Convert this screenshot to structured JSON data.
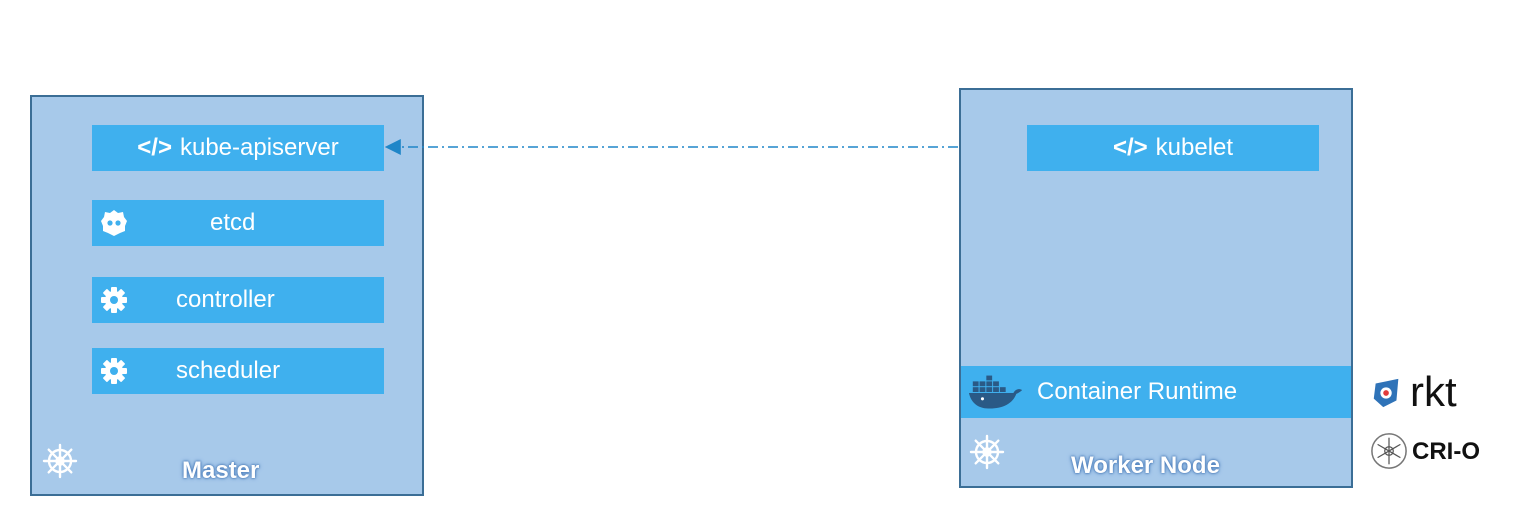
{
  "master": {
    "title": "Master",
    "components": {
      "apiserver": "kube-apiserver",
      "etcd": "etcd",
      "controller": "controller",
      "scheduler": "scheduler"
    }
  },
  "worker": {
    "title": "Worker Node",
    "components": {
      "kubelet": "kubelet",
      "runtime": "Container Runtime"
    }
  },
  "alternative_runtimes": {
    "rkt": "rkt",
    "crio": "CRI-O"
  },
  "code_symbol": "</>",
  "colors": {
    "node_fill": "#a7c9ea",
    "node_border": "#3b6e96",
    "component_fill": "#3fb0ee",
    "connector": "#1f86c8"
  },
  "icons": [
    "code-icon",
    "etcd-icon",
    "gear-icon",
    "kubernetes-helm-icon",
    "docker-whale-icon",
    "rkt-icon",
    "crio-icon"
  ]
}
